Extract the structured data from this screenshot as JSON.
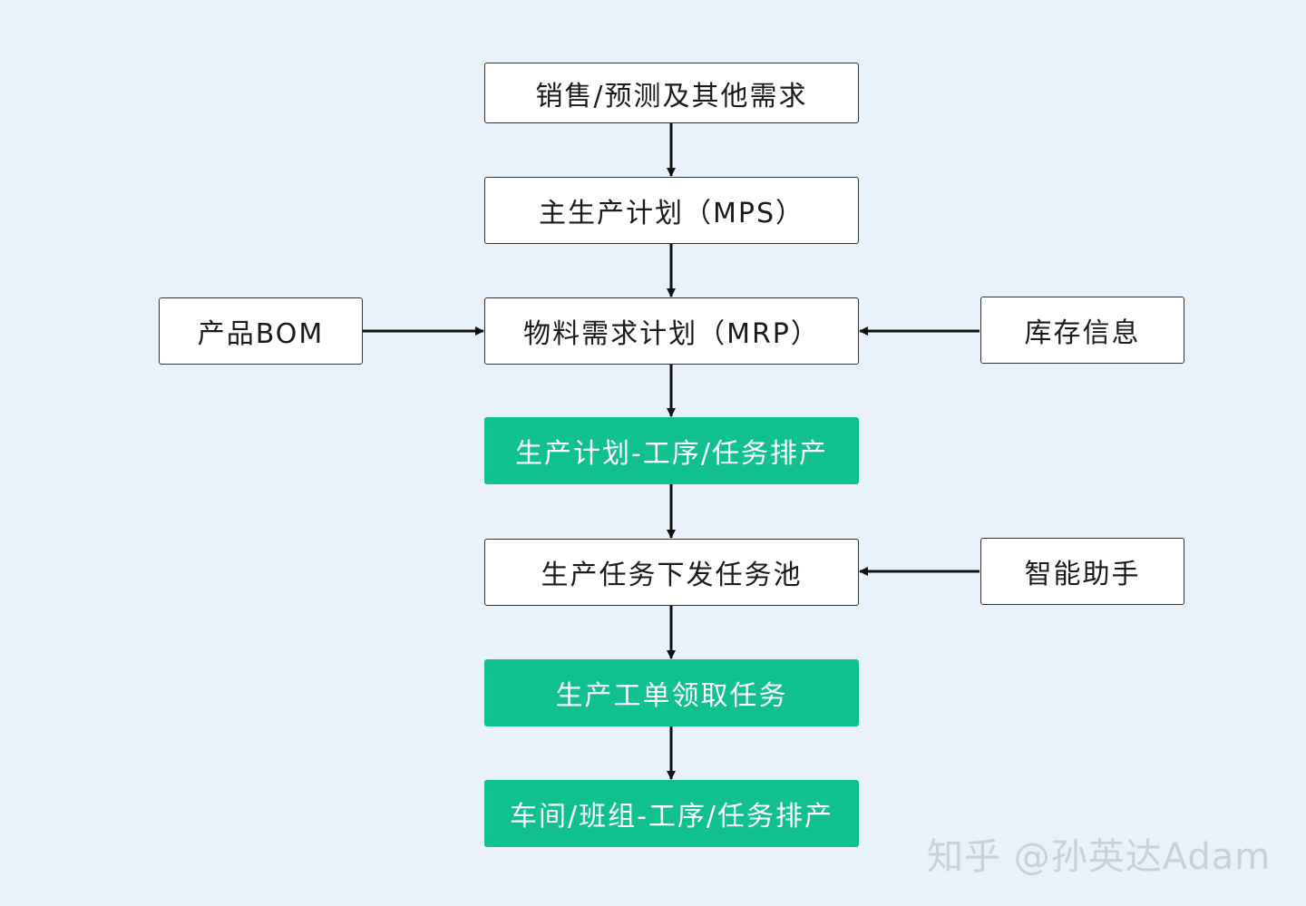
{
  "nodes": {
    "sales_forecast": "销售/预测及其他需求",
    "mps": "主生产计划（MPS）",
    "mrp": "物料需求计划（MRP）",
    "product_bom": "产品BOM",
    "inventory_info": "库存信息",
    "production_scheduling": "生产计划-工序/任务排产",
    "task_pool": "生产任务下发任务池",
    "smart_assistant": "智能助手",
    "work_order_claim": "生产工单领取任务",
    "workshop_scheduling": "车间/班组-工序/任务排产"
  },
  "colors": {
    "background": "#e9f2fb",
    "accent": "#10c08e",
    "box_border": "#333333",
    "arrow": "#111111"
  },
  "watermark": "知乎 @孙英达Adam"
}
